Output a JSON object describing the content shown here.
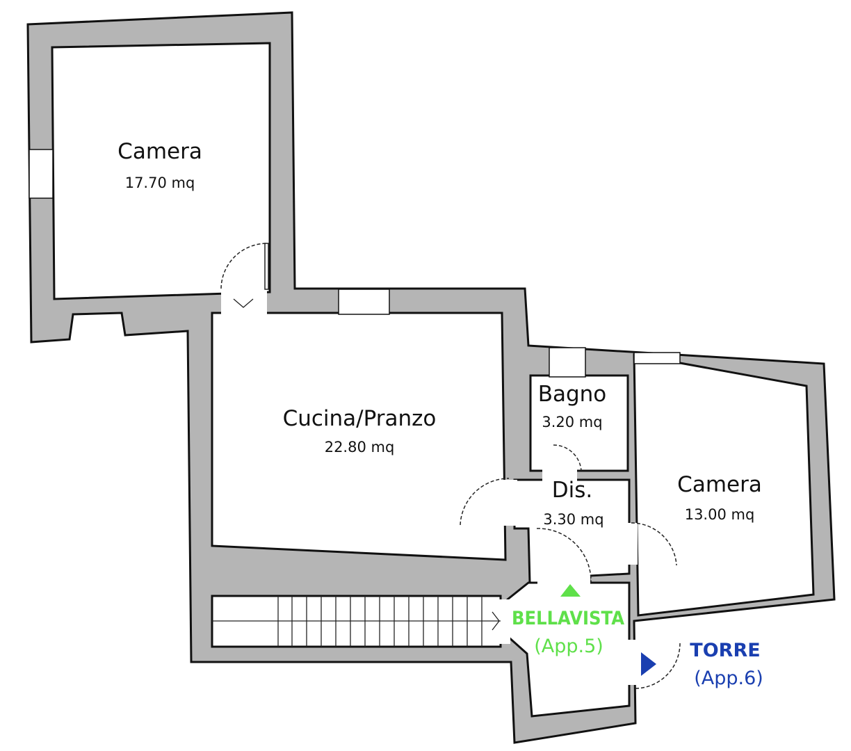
{
  "rooms": [
    {
      "name": "Camera",
      "area": "17.70 mq"
    },
    {
      "name": "Cucina/Pranzo",
      "area": "22.80 mq"
    },
    {
      "name": "Bagno",
      "area": "3.20 mq"
    },
    {
      "name": "Dis.",
      "area": "3.30 mq"
    },
    {
      "name": "Camera",
      "area": "13.00 mq"
    }
  ],
  "entrances": [
    {
      "name": "BELLAVISTA",
      "sub": "(App.5)",
      "color": "#5fe04a",
      "marker": "triangle-up-icon"
    },
    {
      "name": "TORRE",
      "sub": "(App.6)",
      "color": "#1a3fb0",
      "marker": "triangle-right-icon"
    }
  ],
  "colors": {
    "wall": "#b5b5b5",
    "line": "#111111"
  }
}
